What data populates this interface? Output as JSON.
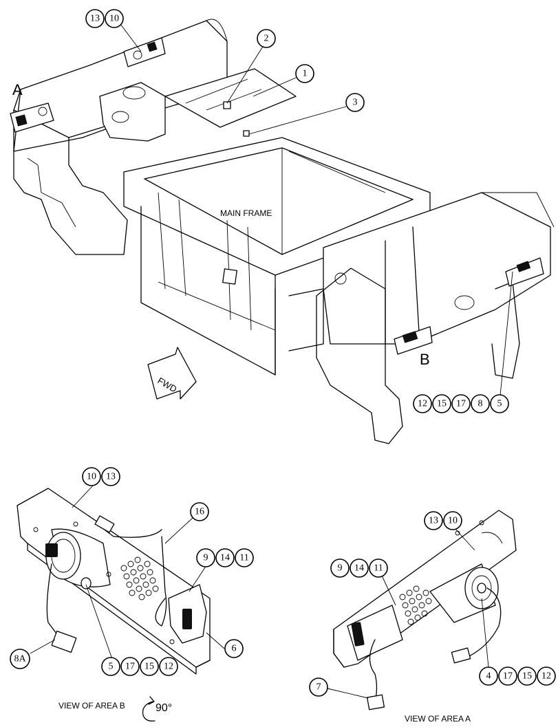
{
  "labels": {
    "area_a": "A",
    "area_b": "B",
    "main_frame": "MAIN FRAME",
    "fwd": "FWD",
    "view_b": "VIEW OF AREA B",
    "rotation": "90°",
    "view_a": "VIEW OF AREA A"
  },
  "callouts": {
    "c1": "1",
    "c2": "2",
    "c3": "3",
    "c13": "13",
    "c10": "10",
    "b12": "12",
    "b15": "15",
    "b17": "17",
    "b8": "8",
    "b5": "5",
    "vb10": "10",
    "vb13": "13",
    "vb16": "16",
    "vb9": "9",
    "vb14": "14",
    "vb11": "11",
    "vb6": "6",
    "vb8a": "8A",
    "vb5": "5",
    "vb17": "17",
    "vb15": "15",
    "vb12": "12",
    "va13": "13",
    "va10": "10",
    "va9": "9",
    "va14": "14",
    "va11": "11",
    "va7": "7",
    "va4": "4",
    "va17": "17",
    "va15": "15",
    "va12": "12"
  }
}
